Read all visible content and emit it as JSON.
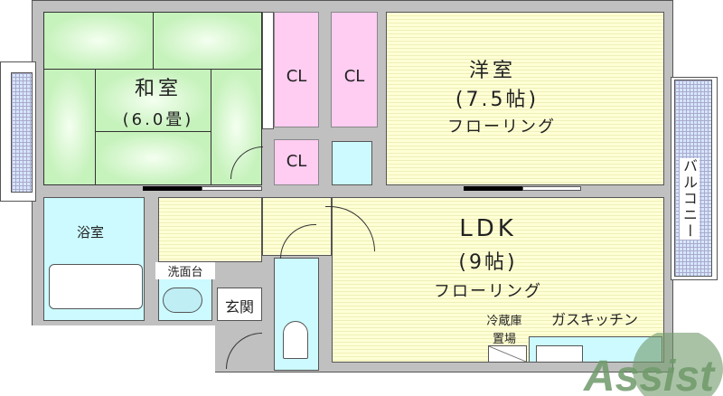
{
  "rooms": {
    "washitsu": {
      "name": "和室",
      "size": "(6.0畳)"
    },
    "yoshitsu": {
      "name": "洋室",
      "size": "(7.5帖)",
      "floor": "フローリング"
    },
    "ldk": {
      "name": "LDK",
      "size": "(9帖)",
      "floor": "フローリング"
    },
    "closets": [
      "CL",
      "CL",
      "CL"
    ],
    "bath": "浴室",
    "washstand": "洗面台",
    "genkan": "玄関",
    "balcony": "バルコニー",
    "fridge": [
      "冷蔵庫",
      "置場"
    ],
    "kitchen": "ガスキッチン"
  },
  "watermark": "Assist",
  "colors": {
    "tatami": "#c6f2bc",
    "closet": "#ffccf2",
    "flooring": "#ffffd6",
    "water": "#ccfaff",
    "balcony": "#d6e6ff",
    "watermark": "#6f9a6a"
  }
}
